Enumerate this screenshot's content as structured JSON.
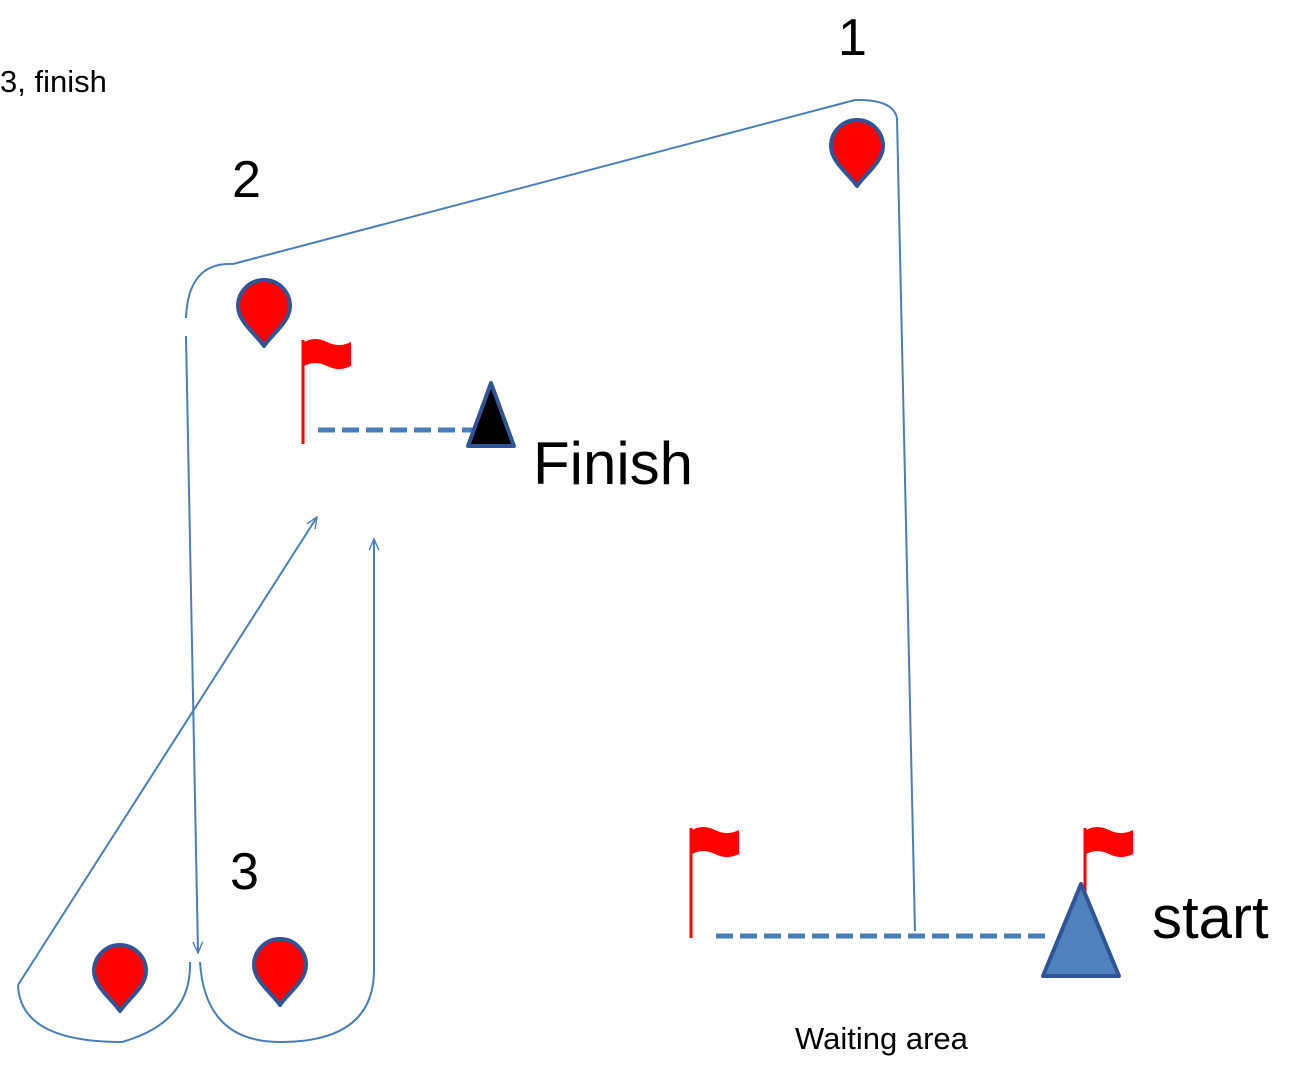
{
  "header_text": "3,  finish",
  "marks": {
    "mark_1": "1",
    "mark_2": "2",
    "mark_3": "3"
  },
  "labels": {
    "finish": "Finish",
    "start": "start",
    "waiting_area": "Waiting area"
  },
  "colors": {
    "course_line": "#4a7ebb",
    "buoy_fill": "#ff0000",
    "buoy_outline": "#2f5597",
    "flag": "#ff0000",
    "start_boat_fill": "#4f81bd",
    "finish_boat_fill": "#000000"
  },
  "icons": {
    "mark": "buoy-icon",
    "flag": "flag-icon",
    "committee_boat": "triangle-boat-icon"
  }
}
